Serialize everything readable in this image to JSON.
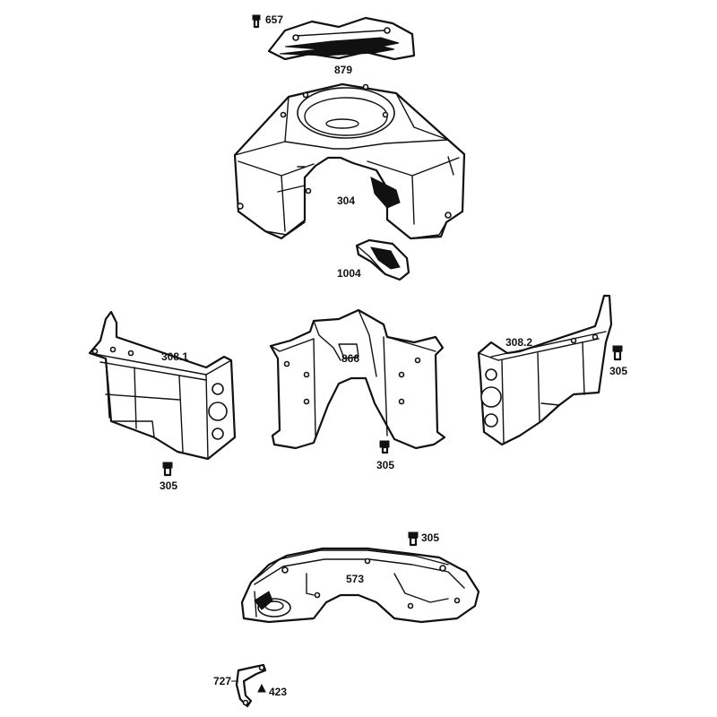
{
  "labels": {
    "p657": "657",
    "p879": "879",
    "p304": "304",
    "p1004": "1004",
    "p308_1": "308.1",
    "p866": "866",
    "p308_2": "308.2",
    "p305_right": "305",
    "p305_left": "305",
    "p305_center": "305",
    "p305_bottom": "305",
    "p573": "573",
    "p727": "727",
    "p423": "423"
  },
  "colors": {
    "line": "#111111",
    "background": "#ffffff"
  }
}
